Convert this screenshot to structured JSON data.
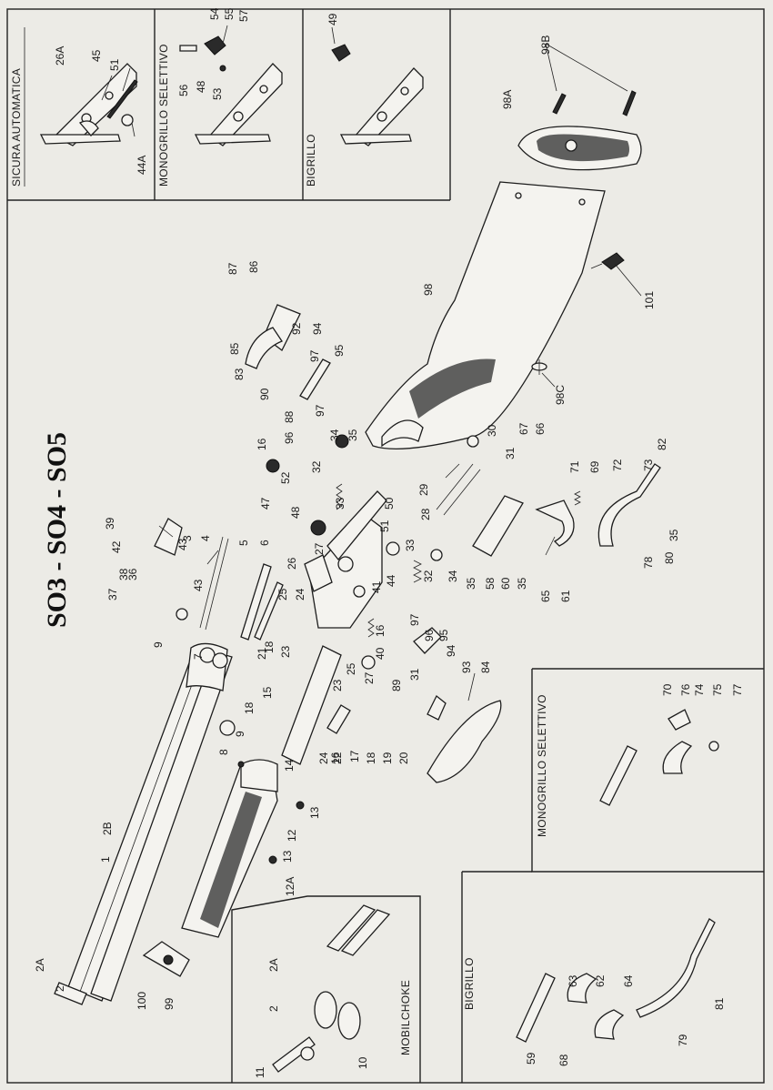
{
  "title": "SO3 - SO4 - SO5",
  "insets": {
    "sicura": "SICURA AUTOMATICA",
    "mono_top": "MONOGRILLO SELETTIVO",
    "bigrillo_top": "BIGRILLO",
    "mono_right": "MONOGRILLO SELETTIVO",
    "bigrillo_bottom": "BIGRILLO",
    "mobilchoke": "MOBILCHOKE"
  },
  "labels": {
    "p1": "1",
    "p2a": "2",
    "p2": "2A",
    "p2b": "2",
    "p2c": "2A",
    "p2d": "2B",
    "p3": "3",
    "p4": "4",
    "p5": "5",
    "p6": "6",
    "p7": "7",
    "p8": "8",
    "p9": "9",
    "p9b": "9",
    "p10": "10",
    "p11": "11",
    "p12": "12",
    "p12a": "12A",
    "p13": "13",
    "p13b": "13",
    "p14": "14",
    "p15": "15",
    "p16": "16",
    "p16b": "16",
    "p16c": "16",
    "p17": "17",
    "p18": "18",
    "p18b": "18",
    "p18c": "18",
    "p19": "19",
    "p20": "20",
    "p21": "21",
    "p22": "22",
    "p23": "23",
    "p23b": "23",
    "p24": "24",
    "p24b": "24",
    "p25": "25",
    "p25b": "25",
    "p26": "26",
    "p26a": "26A",
    "p27": "27",
    "p27b": "27",
    "p28": "28",
    "p29": "29",
    "p30": "30",
    "p31": "31",
    "p31b": "31",
    "p32": "32",
    "p32b": "32",
    "p33": "33",
    "p33b": "33",
    "p34": "34",
    "p34b": "34",
    "p35": "35",
    "p35b": "35",
    "p35c": "35",
    "p35d": "35",
    "p36": "36",
    "p37": "37",
    "p38": "38",
    "p39": "39",
    "p40": "40",
    "p41": "41",
    "p42": "42",
    "p43": "43",
    "p43b": "43",
    "p44": "44",
    "p44a": "44A",
    "p45": "45",
    "p47": "47",
    "p48": "48",
    "p48b": "48",
    "p49": "49",
    "p50": "50",
    "p51": "51",
    "p51b": "51",
    "p52": "52",
    "p53": "53",
    "p54": "54",
    "p55": "55",
    "p56": "56",
    "p57": "57",
    "p58": "58",
    "p59": "59",
    "p60": "60",
    "p61": "61",
    "p62": "62",
    "p63": "63",
    "p64": "64",
    "p65": "65",
    "p66": "66",
    "p67": "67",
    "p68": "68",
    "p69": "69",
    "p70": "70",
    "p71": "71",
    "p72": "72",
    "p73": "73",
    "p74": "74",
    "p75": "75",
    "p76": "76",
    "p77": "77",
    "p78": "78",
    "p79": "79",
    "p80": "80",
    "p81": "81",
    "p82": "82",
    "p83": "83",
    "p84": "84",
    "p85": "85",
    "p86": "86",
    "p87": "87",
    "p88": "88",
    "p89": "89",
    "p90": "90",
    "p92": "92",
    "p93": "93",
    "p94": "94",
    "p94b": "94",
    "p95": "95",
    "p95b": "95",
    "p96": "96",
    "p96b": "96",
    "p97": "97",
    "p97b": "97",
    "p97c": "97",
    "p98": "98",
    "p98a": "98A",
    "p98b": "98B",
    "p98c": "98C",
    "p99": "99",
    "p100": "100",
    "p101": "101"
  }
}
